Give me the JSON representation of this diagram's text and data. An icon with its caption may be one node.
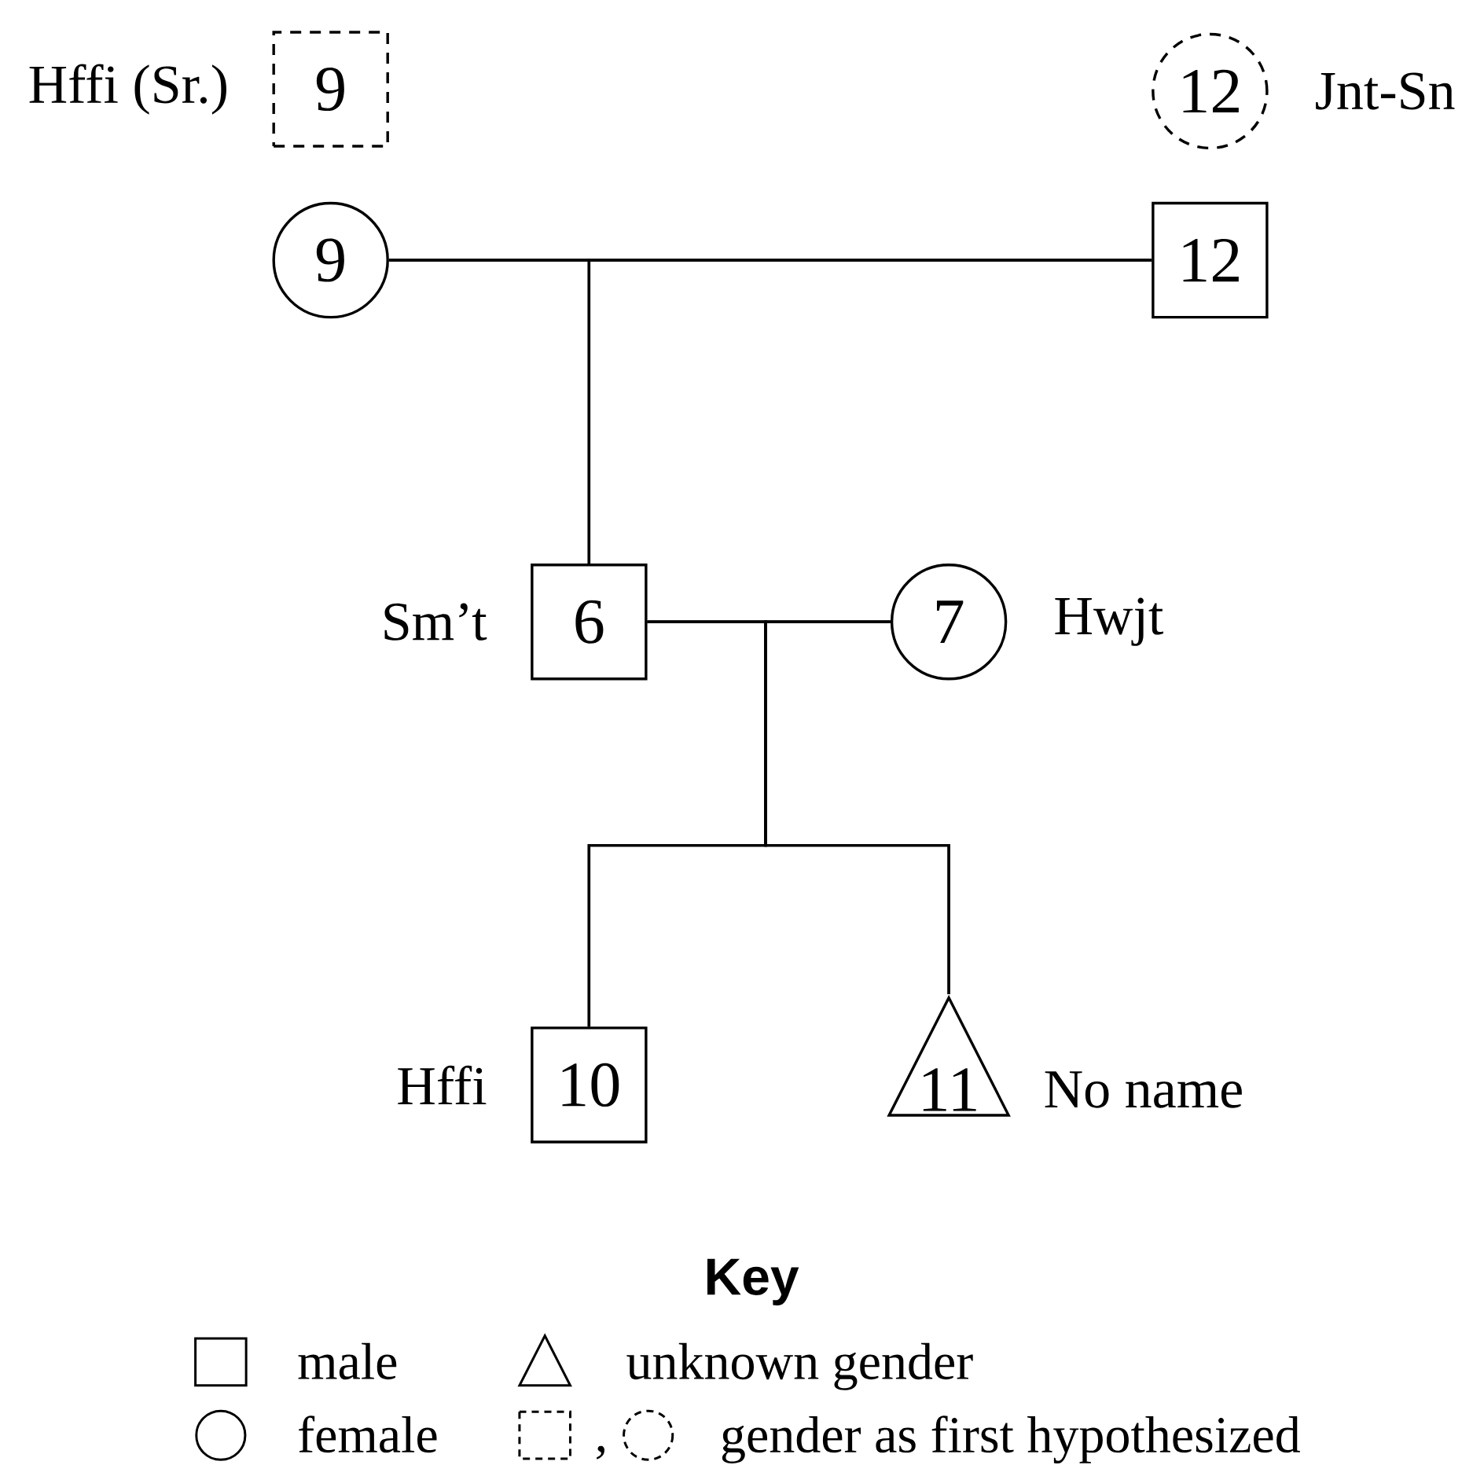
{
  "diagram": {
    "nodes": [
      {
        "text": [
          "9"
        ],
        "beside": [
          "Hffi (Sr.)"
        ]
      },
      {
        "text": [
          "12"
        ],
        "beside": [
          "Jnt-Sn"
        ]
      },
      {
        "text": [
          "9"
        ]
      },
      {
        "text": [
          "12"
        ]
      },
      {
        "text": [
          "6"
        ],
        "beside": [
          "Sm’t"
        ]
      },
      {
        "text": [
          "7"
        ],
        "beside": [
          "Hwjt"
        ]
      },
      {
        "text": [
          "10"
        ],
        "beside": [
          "Hffi"
        ]
      },
      {
        "text": [
          "11"
        ],
        "beside": [
          "No name"
        ]
      }
    ],
    "edges": [
      {
        "from": 2,
        "to": 3,
        "arrow": "none"
      },
      {
        "from": 2,
        "to": 4,
        "arrow": "none"
      },
      {
        "from": 3,
        "to": 4,
        "arrow": "none"
      },
      {
        "from": 4,
        "to": 5,
        "arrow": "none"
      },
      {
        "from": 4,
        "to": 6,
        "arrow": "none"
      },
      {
        "from": 5,
        "to": 6,
        "arrow": "none"
      },
      {
        "from": 4,
        "to": 7,
        "arrow": "none"
      },
      {
        "from": 5,
        "to": 7,
        "arrow": "none"
      }
    ],
    "labels": [
      "Key",
      ","
    ],
    "legend": [
      {
        "text": "male"
      },
      {
        "text": "unknown gender"
      },
      {
        "text": "female"
      },
      {
        "text": "gender as first hypothesized"
      }
    ]
  }
}
